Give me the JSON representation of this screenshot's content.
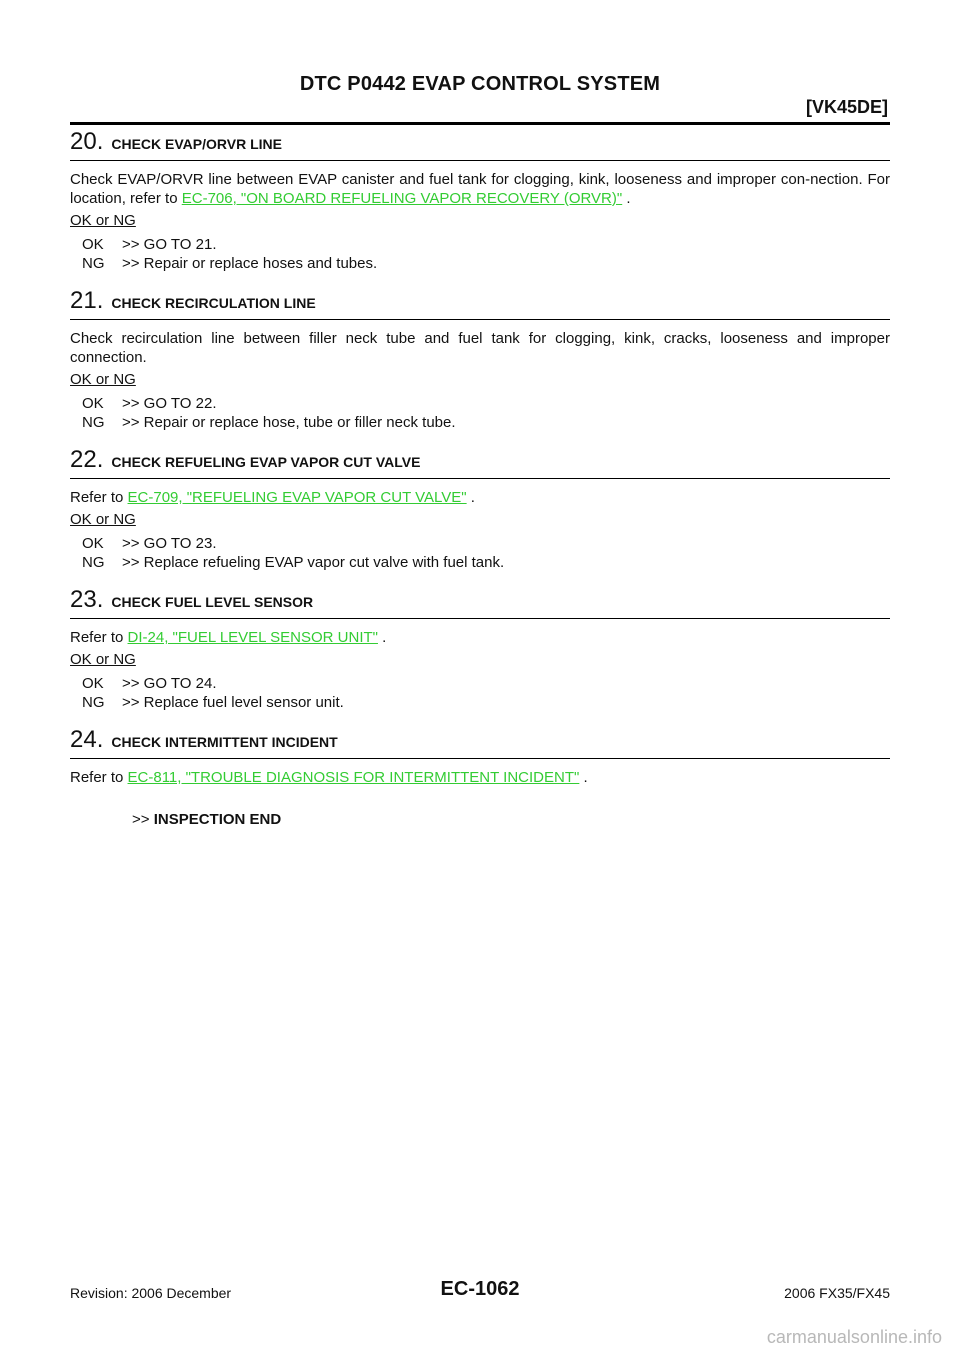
{
  "header": {
    "title": "DTC P0442 EVAP CONTROL SYSTEM",
    "engine_code": "[VK45DE]"
  },
  "steps": [
    {
      "number": "20.",
      "title": "CHECK EVAP/ORVR LINE",
      "body_pre": "Check EVAP/ORVR line between EVAP canister and fuel tank for clogging, kink, looseness and improper con-nection. For location, refer to ",
      "link": "EC-706, \"ON BOARD REFUELING VAPOR RECOVERY (ORVR)\"",
      "body_post": " .",
      "okng": "OK or NG",
      "ok_code": "OK",
      "ok_text": ">> GO TO 21.",
      "ng_code": "NG",
      "ng_text": ">> Repair or replace hoses and tubes."
    },
    {
      "number": "21.",
      "title": "CHECK RECIRCULATION LINE",
      "body_pre": "Check recirculation line between filler neck tube and fuel tank for clogging, kink, cracks, looseness and improper connection.",
      "okng": "OK or NG",
      "ok_code": "OK",
      "ok_text": ">> GO TO 22.",
      "ng_code": "NG",
      "ng_text": ">> Repair or replace hose, tube or filler neck tube."
    },
    {
      "number": "22.",
      "title": "CHECK REFUELING EVAP VAPOR CUT VALVE",
      "body_pre": "Refer to ",
      "link": "EC-709, \"REFUELING EVAP VAPOR CUT VALVE\"",
      "body_post": " .",
      "okng": "OK or NG",
      "ok_code": "OK",
      "ok_text": ">> GO TO 23.",
      "ng_code": "NG",
      "ng_text": ">> Replace refueling EVAP vapor cut valve with fuel tank."
    },
    {
      "number": "23.",
      "title": "CHECK FUEL LEVEL SENSOR",
      "body_pre": "Refer to ",
      "link": "DI-24, \"FUEL LEVEL SENSOR UNIT\"",
      "body_post": " .",
      "okng": "OK or NG",
      "ok_code": "OK",
      "ok_text": ">> GO TO 24.",
      "ng_code": "NG",
      "ng_text": ">> Replace fuel level sensor unit."
    },
    {
      "number": "24.",
      "title": "CHECK INTERMITTENT INCIDENT",
      "body_pre": "Refer to ",
      "link": "EC-811, \"TROUBLE DIAGNOSIS FOR INTERMITTENT INCIDENT\"",
      "body_post": " .",
      "end_arrow": ">>",
      "end_label": "INSPECTION END"
    }
  ],
  "footer": {
    "revision": "Revision: 2006 December",
    "page": "EC-1062",
    "model": "2006 FX35/FX45"
  },
  "watermark": "carmanualsonline.info",
  "colors": {
    "link": "#33cc33",
    "text": "#111111",
    "watermark": "#b8b8b8"
  }
}
